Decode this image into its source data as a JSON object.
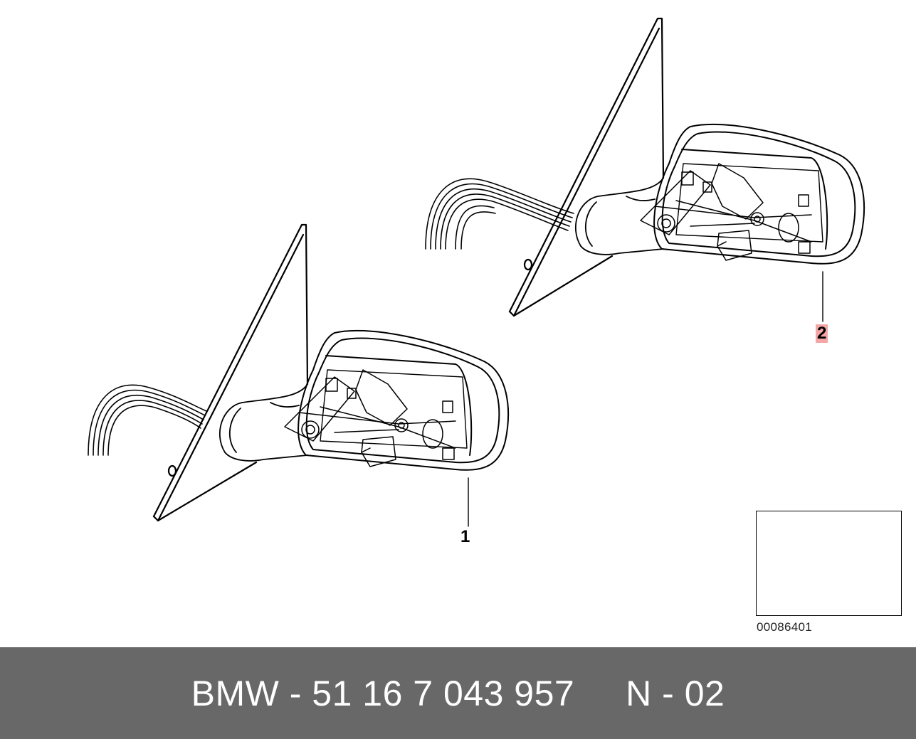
{
  "diagram": {
    "callouts": [
      {
        "id": "1",
        "highlighted": false
      },
      {
        "id": "2",
        "highlighted": true,
        "highlight_color": "#f4a6a6"
      }
    ],
    "thumbnail_icon": "car-outline-icon",
    "reference_code": "00086401"
  },
  "footer": {
    "text": "BMW - 51 16 7 043 957     N - 02",
    "background": "#686868",
    "text_color": "#ffffff"
  }
}
